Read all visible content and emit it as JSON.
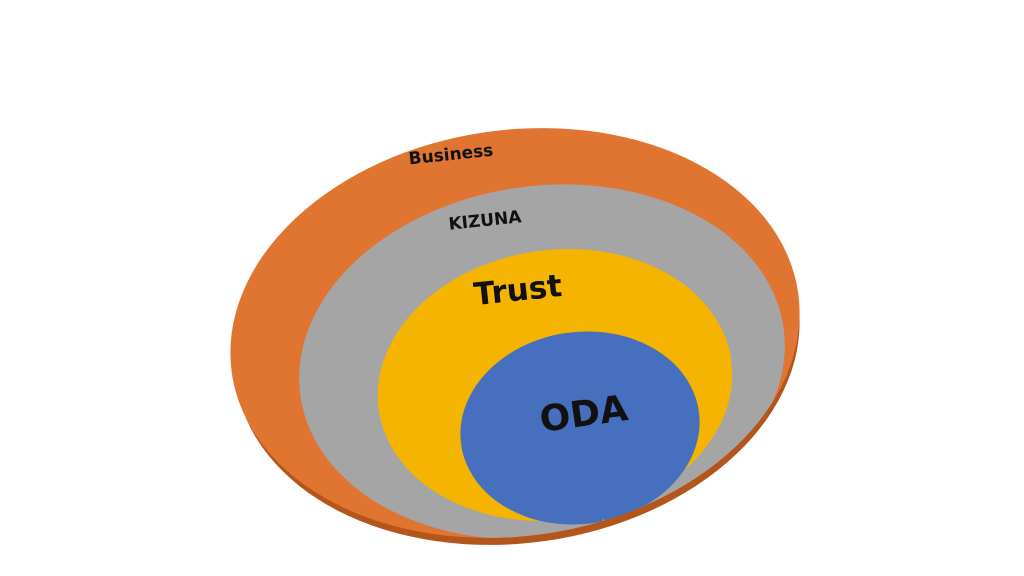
{
  "diagram": {
    "layers": [
      {
        "id": "business",
        "label": "Business",
        "color": "#E07431"
      },
      {
        "id": "kizuna",
        "label": "KIZUNA",
        "color": "#A5A5A5"
      },
      {
        "id": "trust",
        "label": "Trust",
        "color": "#F4B400"
      },
      {
        "id": "oda",
        "label": "ODA",
        "color": "#4670BD"
      }
    ]
  }
}
